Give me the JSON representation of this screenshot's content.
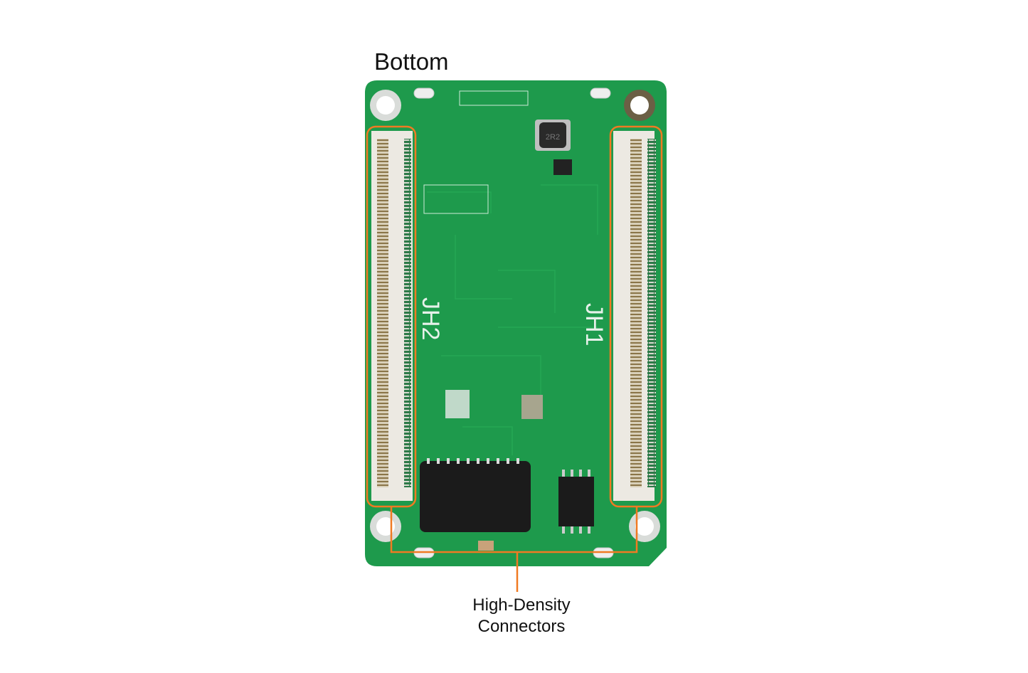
{
  "title": "Bottom",
  "callout": {
    "line1": "High-Density",
    "line2": "Connectors"
  },
  "silkscreen": {
    "left_connector": "JH2",
    "right_connector": "JH1",
    "inductor": "2R2"
  },
  "colors": {
    "board": "#1e9a4c",
    "highlight": "#f07a22",
    "connector": "#e9e6df",
    "chip": "#1b1b1b"
  }
}
